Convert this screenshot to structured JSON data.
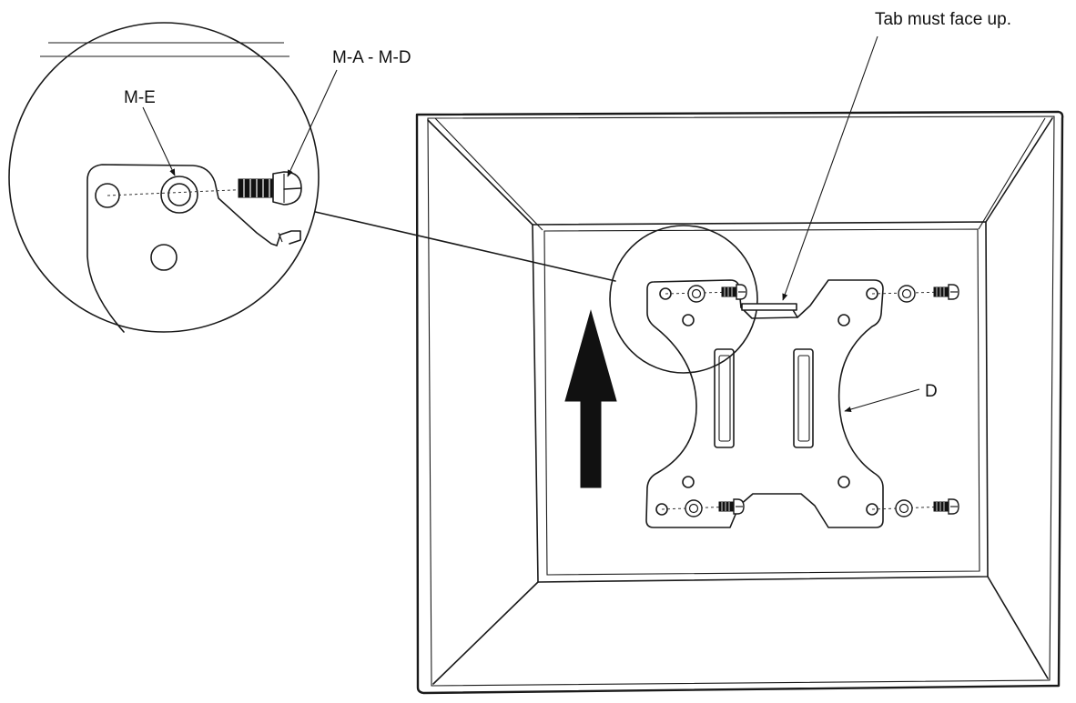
{
  "labels": {
    "tab_note": "Tab must face up.",
    "screws_range": "M-A - M-D",
    "washer": "M-E",
    "bracket": "D"
  },
  "colors": {
    "line": "#1a1a1a",
    "background": "#ffffff",
    "arrow": "#111111"
  },
  "icons": {
    "direction": "up-arrow-icon"
  }
}
